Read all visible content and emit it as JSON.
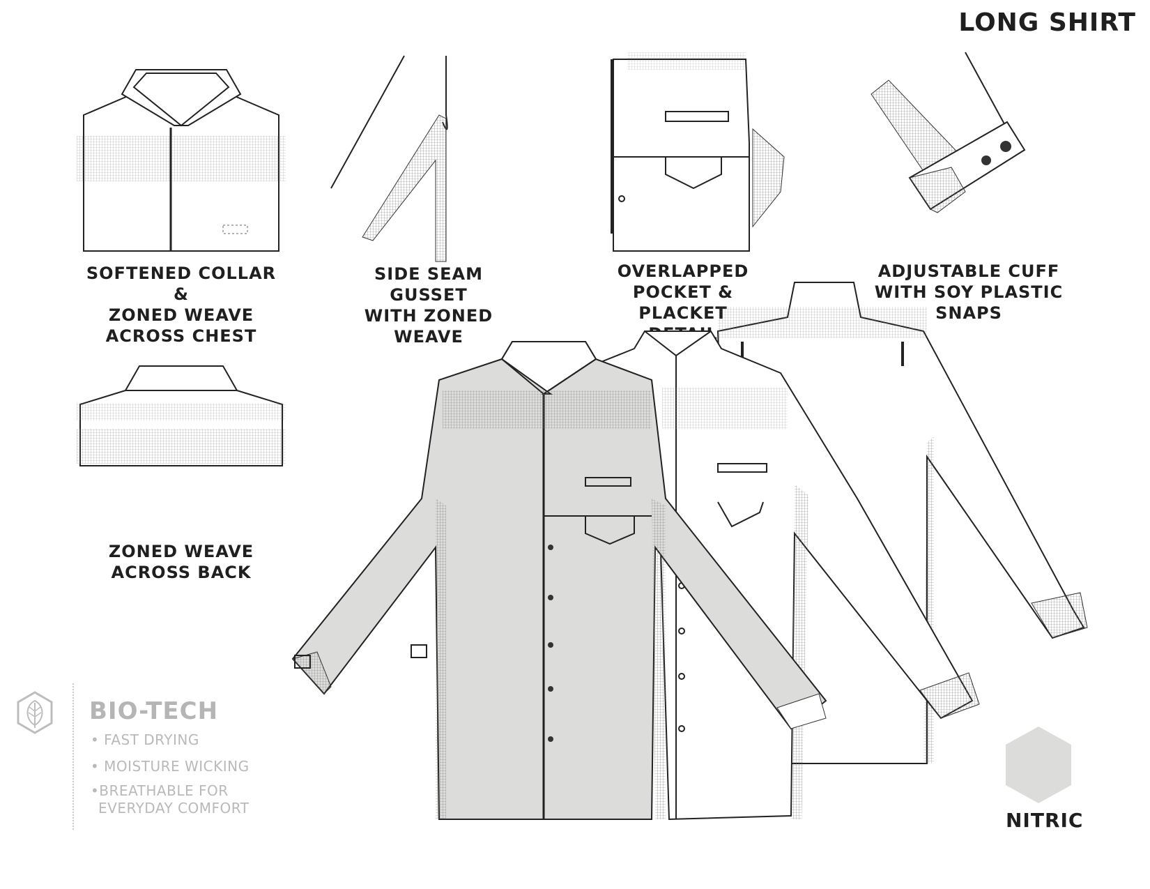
{
  "title": "LONG SHIRT",
  "callouts": [
    {
      "lines": [
        "SOFTENED COLLAR &",
        "ZONED WEAVE",
        "ACROSS CHEST"
      ]
    },
    {
      "lines": [
        "SIDE SEAM GUSSET",
        "WITH ZONED WEAVE"
      ]
    },
    {
      "lines": [
        "OVERLAPPED",
        "POCKET & PLACKET",
        "DETAIL"
      ]
    },
    {
      "lines": [
        "ADJUSTABLE CUFF",
        "WITH SOY PLASTIC",
        "SNAPS"
      ]
    },
    {
      "lines": [
        "ZONED WEAVE",
        "ACROSS BACK"
      ]
    }
  ],
  "biotech": {
    "title": "BIO-TECH",
    "items": [
      "• FAST DRYING",
      "• MOISTURE WICKING",
      "•BREATHABLE FOR",
      "EVERYDAY COMFORT"
    ]
  },
  "brand": "NITRIC",
  "colors": {
    "line": "#222222",
    "shirt_front": "#dcdcdb",
    "muted_text": "#b5b5b5",
    "badge": "#dcdcdb"
  },
  "icons": [
    "leaf-hexagon-icon",
    "brand-hexagon-logo"
  ]
}
